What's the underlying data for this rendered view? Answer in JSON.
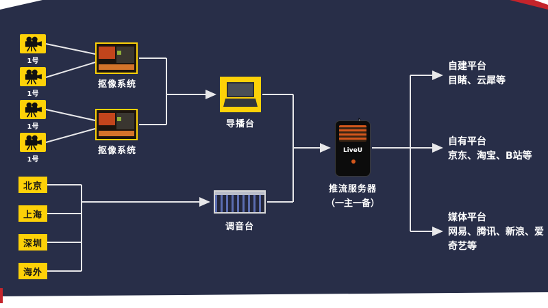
{
  "colors": {
    "canvas": "#282e48",
    "accent_yellow": "#fdd108",
    "accent_red": "#c4242b",
    "line": "#e8e8ea"
  },
  "cameras": [
    {
      "label": "1号"
    },
    {
      "label": "1号"
    },
    {
      "label": "1号"
    },
    {
      "label": "1号"
    }
  ],
  "keying_systems": [
    {
      "label": "抠像系统"
    },
    {
      "label": "抠像系统"
    }
  ],
  "cities": [
    {
      "label": "北京"
    },
    {
      "label": "上海"
    },
    {
      "label": "深圳"
    },
    {
      "label": "海外"
    }
  ],
  "director_console": {
    "label": "导播台"
  },
  "audio_mixer": {
    "label": "调音台"
  },
  "push_server": {
    "label": "推流服务器",
    "sublabel": "（一主一备）",
    "device_text": "LiveU"
  },
  "platforms": [
    {
      "title": "自建平台",
      "desc": "目睹、云犀等"
    },
    {
      "title": "自有平台",
      "desc": "京东、淘宝、B站等"
    },
    {
      "title": "媒体平台",
      "desc": "网易、腾讯、新浪、爱奇艺等"
    }
  ]
}
